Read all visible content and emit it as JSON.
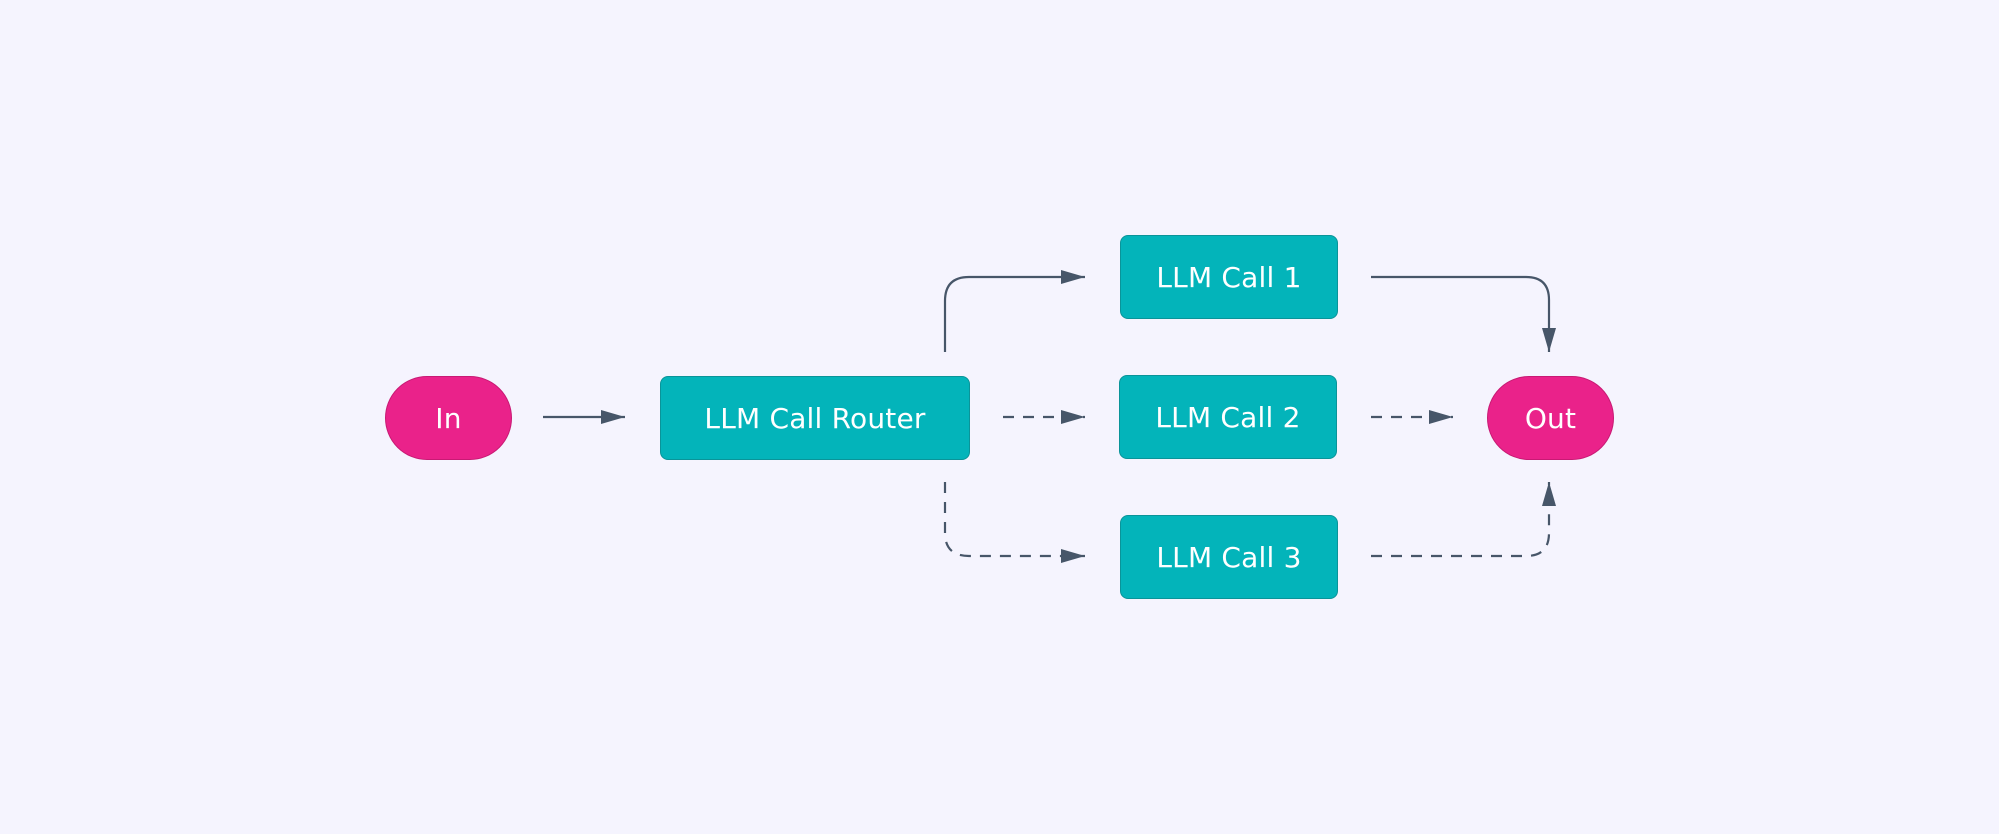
{
  "diagram": {
    "nodes": {
      "input": {
        "label": "In",
        "color": "#ea228a"
      },
      "router": {
        "label": "LLM Call Router",
        "color": "#03b4ba"
      },
      "call_1": {
        "label": "LLM Call 1",
        "color": "#03b4ba"
      },
      "call_2": {
        "label": "LLM Call 2",
        "color": "#03b4ba"
      },
      "call_3": {
        "label": "LLM Call 3",
        "color": "#03b4ba"
      },
      "output": {
        "label": "Out",
        "color": "#ea228a"
      }
    },
    "edges": [
      {
        "from": "input",
        "to": "router",
        "style": "solid"
      },
      {
        "from": "router",
        "to": "call_1",
        "style": "solid"
      },
      {
        "from": "router",
        "to": "call_2",
        "style": "dashed"
      },
      {
        "from": "router",
        "to": "call_3",
        "style": "dashed"
      },
      {
        "from": "call_1",
        "to": "output",
        "style": "solid"
      },
      {
        "from": "call_2",
        "to": "output",
        "style": "dashed"
      },
      {
        "from": "call_3",
        "to": "output",
        "style": "dashed"
      }
    ],
    "edge_color": "#475669",
    "background": "#f5f4fe"
  }
}
